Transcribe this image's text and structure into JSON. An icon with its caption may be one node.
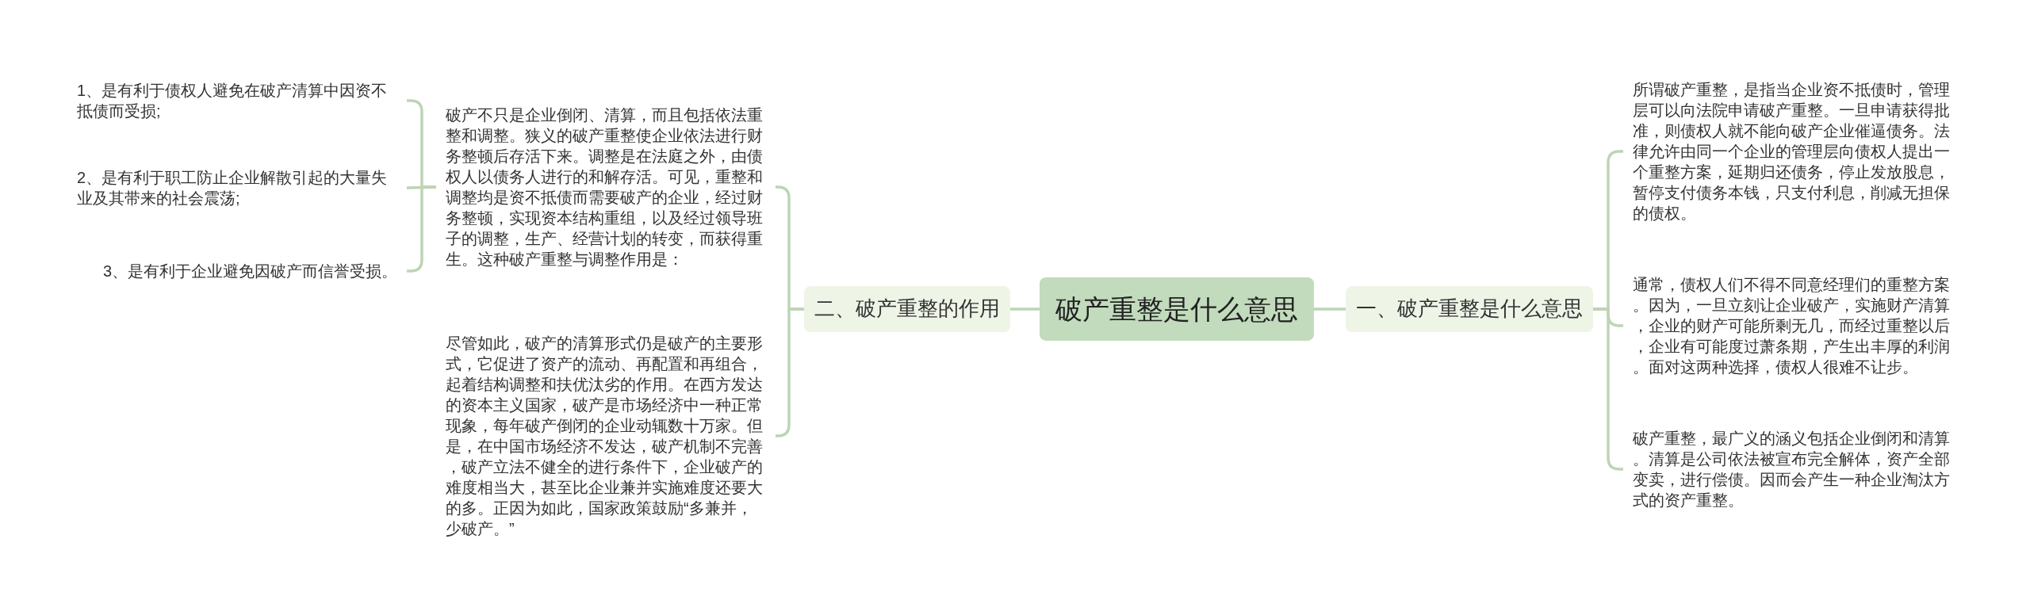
{
  "diagram": {
    "nodes": [
      {
        "text": [
          "破产重整是什么意思"
        ]
      },
      {
        "text": [
          "一、破产重整是什么意思"
        ]
      },
      {
        "text": [
          "所谓破产重整，是指当企业资不抵债时，管理层可以向法院申请破产重整。一旦申请获得批准，则债权人就不能向破产企业催逼债务。法律允许由同一个企业的管理层向债权人提出一个重整方案，延期归还债务，停止发放股息，暂停支付债务本钱，只支付利息，削减无担保的债权。"
        ]
      },
      {
        "text": [
          "通常，债权人们不得不同意经理们的重整方案。因为，一旦立刻让企业破产，实施财产清算，企业的财产可能所剩无几，而经过重整以后，企业有可能度过萧条期，产生出丰厚的利润。面对这两种选择，债权人很难不让步。"
        ]
      },
      {
        "text": [
          "破产重整，最广义的涵义包括企业倒闭和清算。清算是公司依法被宣布完全解体，资产全部变卖，进行偿债。因而会产生一种企业淘汰方式的资产重整。"
        ]
      },
      {
        "text": [
          "二、破产重整的作用"
        ]
      },
      {
        "text": [
          "破产不只是企业倒闭、清算，而且包括依法重整和调整。狭义的破产重整使企业依法进行财务整顿后存活下来。调整是在法庭之外，由债权人以债务人进行的和解存活。可见，重整和调整均是资不抵债而需要破产的企业，经过财务整顿，实现资本结构重组，以及经过领导班子的调整，生产、经营计划的转变，而获得重生。这种破产重整与调整作用是："
        ]
      },
      {
        "text": [
          "1、是有利于债权人避免在破产清算中因资不抵债而受损;"
        ]
      },
      {
        "text": [
          "2、是有利于职工防止企业解散引起的大量失业及其带来的社会震荡;"
        ]
      },
      {
        "text": [
          "3、是有利于企业避免因破产而信誉受损。"
        ]
      },
      {
        "text": [
          "尽管如此，破产的清算形式仍是破产的主要形式，它促进了资产的流动、再配置和再组合，起着结构调整和扶优汰劣的作用。在西方发达的资本主义国家，破产是市场经济中一种正常现象，每年破产倒闭的企业动辄数十万家。但是，在中国市场经济不发达，破产机制不完善，破产立法不健全的进行条件下，企业破产的难度相当大，甚至比企业兼并实施难度还要大的多。正因为如此，国家政策鼓励“多兼并，少破产。”"
        ]
      }
    ],
    "edges": [
      {
        "from": 0,
        "to": 1,
        "arrow": "none"
      },
      {
        "from": 1,
        "to": 2,
        "arrow": "none"
      },
      {
        "from": 1,
        "to": 3,
        "arrow": "none"
      },
      {
        "from": 1,
        "to": 4,
        "arrow": "none"
      },
      {
        "from": 0,
        "to": 5,
        "arrow": "none"
      },
      {
        "from": 5,
        "to": 6,
        "arrow": "none"
      },
      {
        "from": 6,
        "to": 7,
        "arrow": "none"
      },
      {
        "from": 6,
        "to": 8,
        "arrow": "none"
      },
      {
        "from": 6,
        "to": 9,
        "arrow": "none"
      },
      {
        "from": 5,
        "to": 10,
        "arrow": "none"
      }
    ]
  }
}
